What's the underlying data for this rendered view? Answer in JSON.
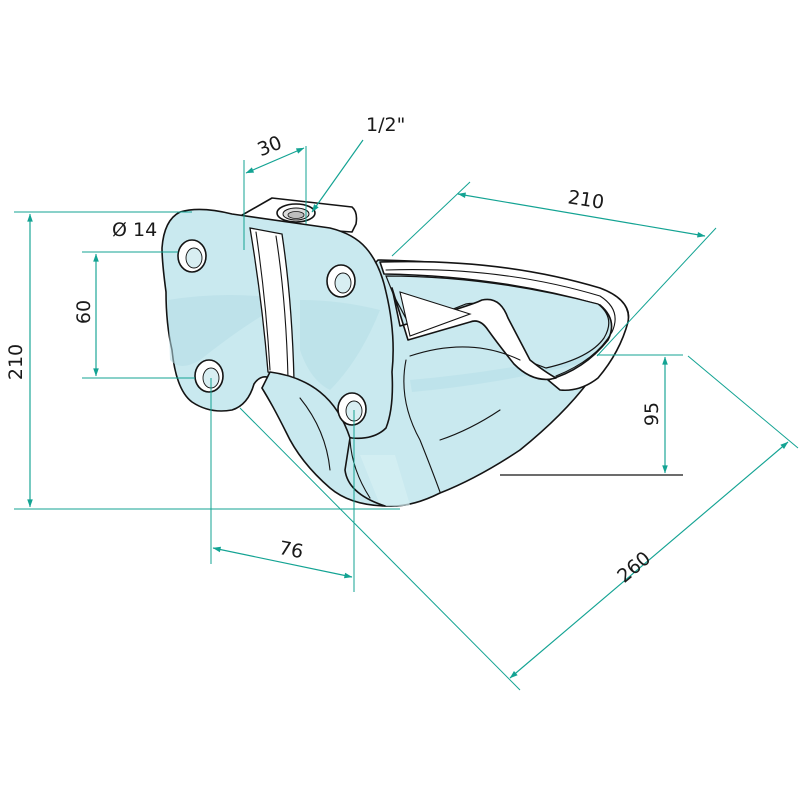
{
  "drawing": {
    "colors": {
      "dimension_line": "#13a393",
      "body_fill": "#c9e9ef",
      "body_shade": "#b4dde6",
      "outline": "#141414",
      "text": "#1a1a1a"
    },
    "dimensions": {
      "thread": "1/2\"",
      "inlet_offset": "30",
      "hole_diameter": "Ø 14",
      "hole_spacing_vertical": "60",
      "overall_height": "210",
      "bowl_width": "210",
      "bowl_depth": "95",
      "hole_spacing_horizontal": "76",
      "overall_length": "260"
    }
  }
}
